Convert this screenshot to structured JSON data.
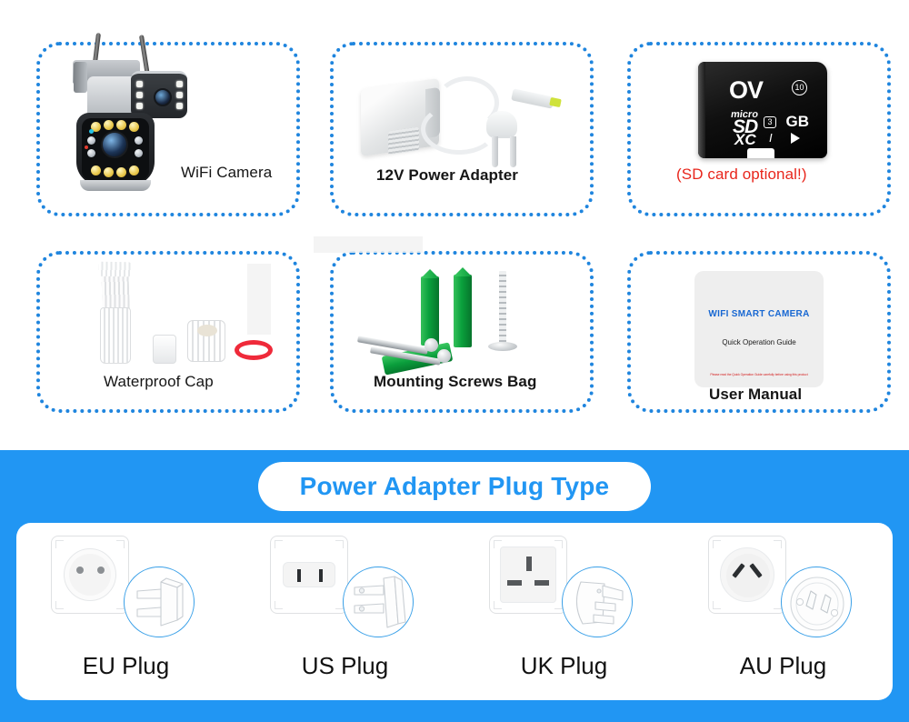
{
  "package": {
    "items": [
      {
        "label": "WiFi Camera",
        "icon": "wifi-camera-photo",
        "label_color": "#161616"
      },
      {
        "label": "12V Power Adapter",
        "icon": "power-adapter-photo",
        "label_color": "#161616"
      },
      {
        "label": "(SD card optional!)",
        "icon": "sd-card-photo",
        "label_color": "#e8261c"
      },
      {
        "label": "Waterproof Cap",
        "icon": "waterproof-cap-photo",
        "label_color": "#161616"
      },
      {
        "label": "Mounting Screws Bag",
        "icon": "mounting-screws-photo",
        "label_color": "#161616"
      },
      {
        "label": "User Manual",
        "icon": "user-manual-photo",
        "label_color": "#161616"
      }
    ],
    "sd_card": {
      "brand": "OV",
      "speed_class": "10",
      "micro": "micro",
      "sd": "SD",
      "xc": "XC",
      "uhs_class": "3",
      "uhs_speed": "I",
      "capacity_unit": "GB"
    },
    "manual": {
      "title": "WIFI SMART CAMERA",
      "subtitle": "Quick Operation Guide",
      "note": "Please read the Quick Operation Guide carefully before using this product",
      "title_color": "#1767d2",
      "note_color": "#d42020"
    }
  },
  "plug_section": {
    "banner_title": "Power Adapter Plug Type",
    "banner_color": "#2196f3",
    "background_color": "#2196f3",
    "plugs": [
      {
        "label": "EU Plug",
        "socket_type": "eu-round-socket"
      },
      {
        "label": "US Plug",
        "socket_type": "us-flat-socket"
      },
      {
        "label": "UK Plug",
        "socket_type": "uk-three-pin-socket"
      },
      {
        "label": "AU Plug",
        "socket_type": "au-angled-socket"
      }
    ]
  },
  "theme": {
    "dotted_border_color": "#1f85de",
    "accent_blue": "#2196f3",
    "red": "#e8261c"
  }
}
